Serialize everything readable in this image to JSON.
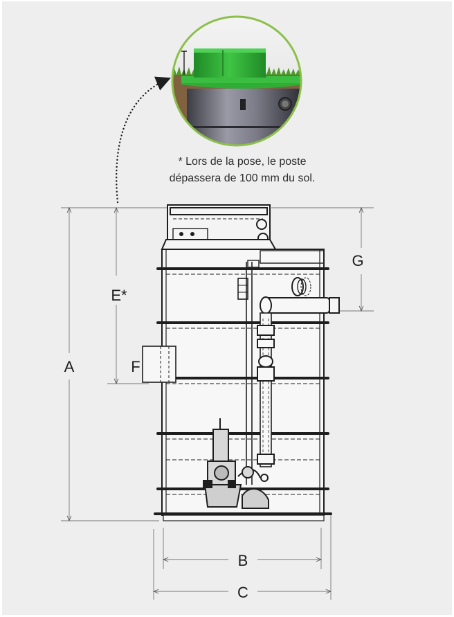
{
  "note": {
    "line1": "* Lors de la pose, le poste",
    "line2": "dépassera de 100 mm du sol."
  },
  "dimensions": {
    "A": "A",
    "B": "B",
    "C": "C",
    "E": "E*",
    "F": "F",
    "G": "G"
  },
  "colors": {
    "background": "#eeeeef",
    "lid_green": "#35b53a",
    "lid_green_dark": "#2a9a30",
    "tank_metal": "#6c6c78",
    "line": "#1e1e1e",
    "dim_line": "#555555"
  },
  "icons": {
    "inset": "installed-cover-detail",
    "arrow": "dotted-curved-arrow"
  }
}
